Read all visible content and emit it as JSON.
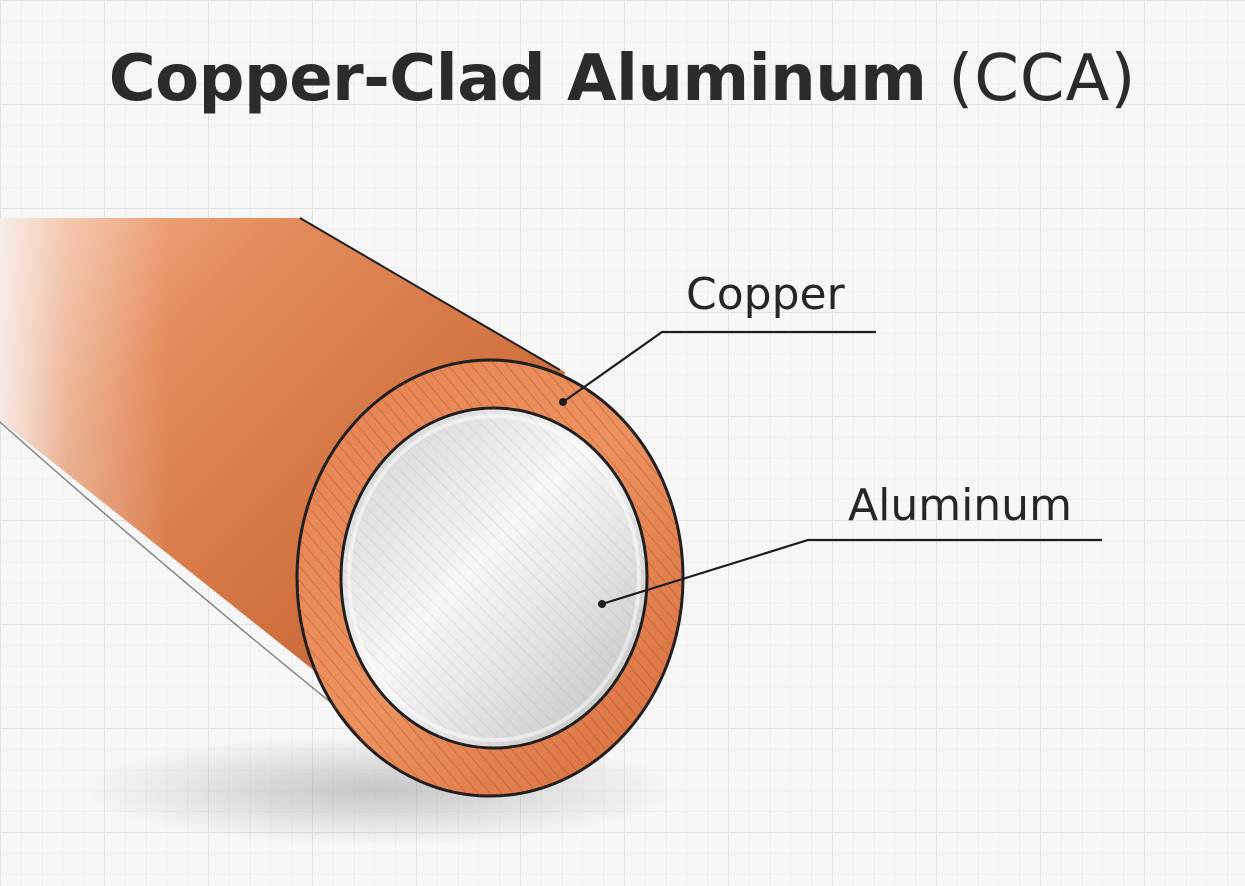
{
  "title": {
    "main": "Copper-Clad Aluminum",
    "paren": "(CCA)"
  },
  "labels": {
    "copper": "Copper",
    "aluminum": "Aluminum"
  },
  "colors": {
    "copper_dark": "#b2542c",
    "copper_mid": "#d9794a",
    "copper_light": "#f2a77a",
    "aluminum_light": "#f1f1f1",
    "aluminum_mid": "#d2d2d2",
    "outline": "#1e1e1e",
    "title": "#2b2b2b"
  }
}
